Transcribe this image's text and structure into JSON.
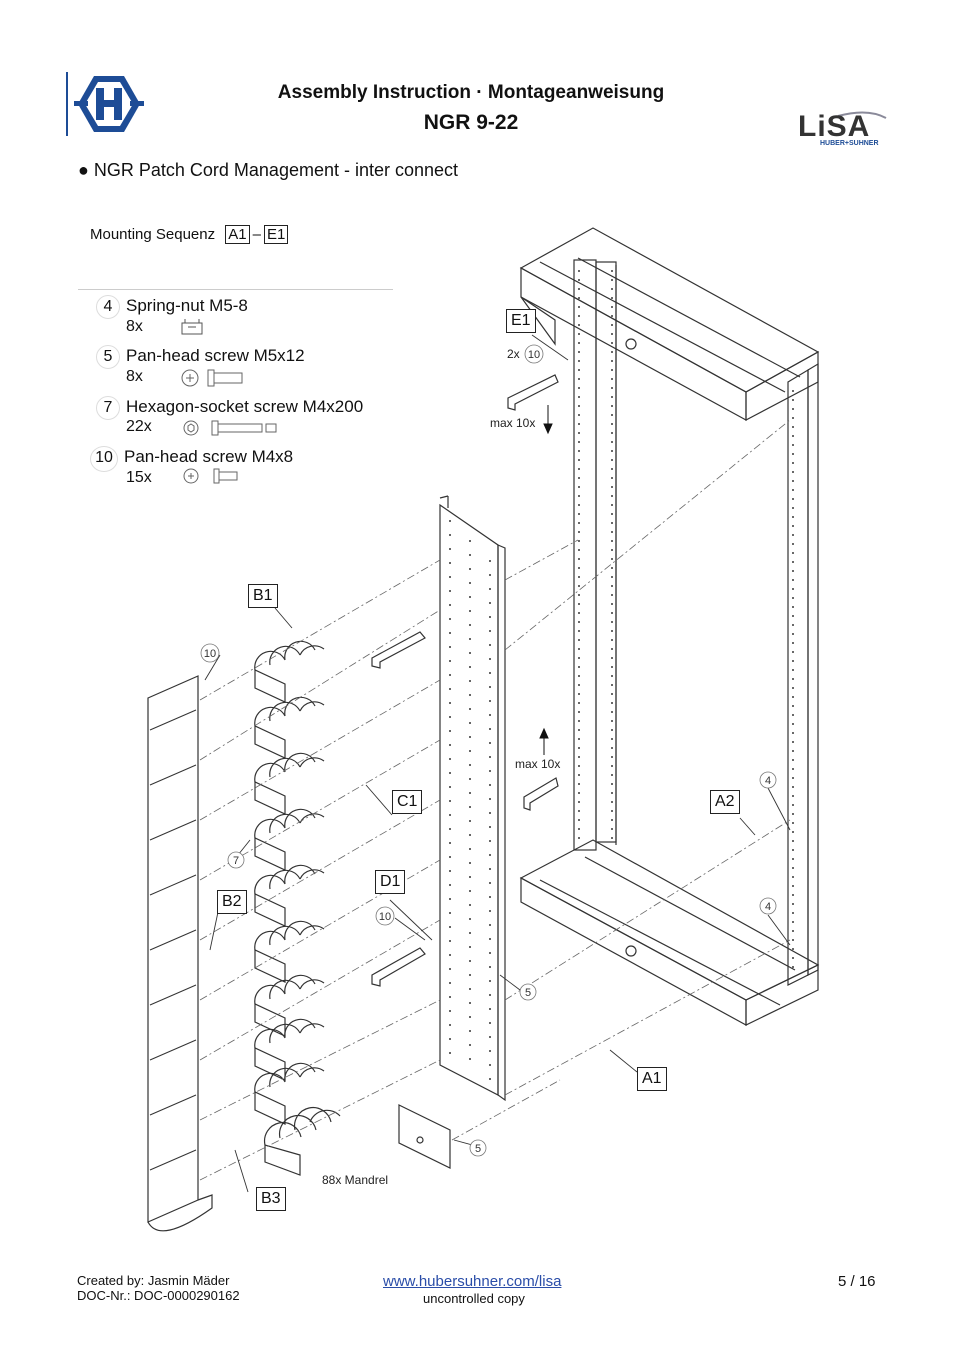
{
  "header": {
    "title": "Assembly Instruction · Montageanweisung",
    "subtitle": "NGR 9-22",
    "logo_right": "LiSA",
    "logo_right_sub": "HUBER+SUHNER",
    "logo_left_letter": "H"
  },
  "section_title": "● NGR Patch Cord Management - inter connect",
  "mounting": {
    "label": "Mounting Sequenz",
    "from": "A1",
    "dash": "–",
    "to": "E1"
  },
  "parts": [
    {
      "num": "4",
      "name": "Spring-nut M5-8",
      "qty": "8x"
    },
    {
      "num": "5",
      "name": "Pan-head screw M5x12",
      "qty": "8x"
    },
    {
      "num": "7",
      "name": "Hexagon-socket screw M4x200",
      "qty": "22x"
    },
    {
      "num": "10",
      "name": "Pan-head screw M4x8",
      "qty": "15x"
    }
  ],
  "callouts": {
    "e1": "E1",
    "b1": "B1",
    "b2": "B2",
    "b3": "B3",
    "c1": "C1",
    "d1": "D1",
    "a1": "A1",
    "a2": "A2"
  },
  "annotations": {
    "e1_count": "2x",
    "e1_screw": "10",
    "max_top": "max 10x",
    "max_mid": "max 10x",
    "b1_screw": "10",
    "b2_screw": "7",
    "d1_screw": "10",
    "a2_nut_top": "4",
    "a2_nut_bottom": "4",
    "screw5_a": "5",
    "screw5_b": "5",
    "mandrel": "88x Mandrel"
  },
  "footer": {
    "created": "Created by: Jasmin Mäder",
    "doc": "DOC-Nr.: DOC-0000290162",
    "url": "www.hubersuhner.com/lisa",
    "copy": "uncontrolled copy",
    "page": "5 / 16"
  }
}
